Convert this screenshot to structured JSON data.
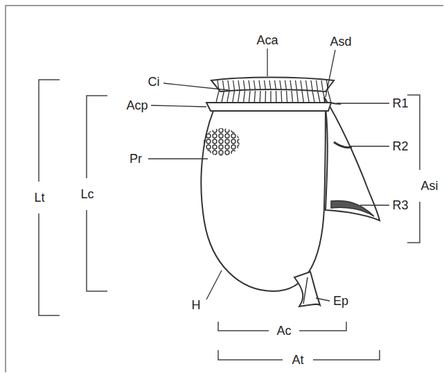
{
  "diagram": {
    "labels": [
      "Aca",
      "Asd",
      "Ci",
      "Acp",
      "R1",
      "Pr",
      "R2",
      "Lt",
      "Lc",
      "Asi",
      "R3",
      "H",
      "Ep",
      "Ac",
      "At"
    ]
  }
}
